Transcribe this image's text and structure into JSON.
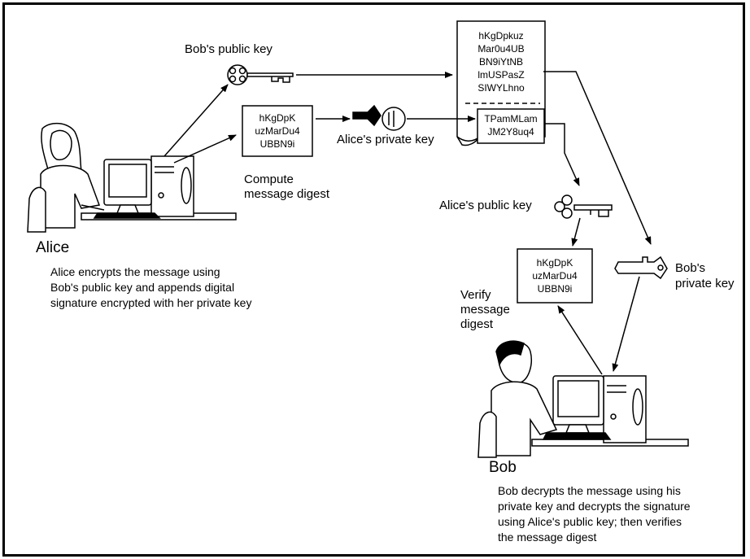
{
  "alice": {
    "name": "Alice",
    "description": [
      "Alice encrypts the message using",
      "Bob's public key and appends digital",
      "signature encrypted with her private key"
    ]
  },
  "bob": {
    "name": "Bob",
    "description": [
      "Bob decrypts the message using his",
      "private key and decrypts the signature",
      "using Alice's public key; then verifies",
      "the message digest"
    ]
  },
  "keys": {
    "bob_public": "Bob's public key",
    "alice_private": "Alice's private key",
    "alice_public": "Alice's public key",
    "bob_private": [
      "Bob's",
      "private key"
    ]
  },
  "digest_box_alice": [
    "hKgDpK",
    "uzMarDu4",
    "UBBN9i"
  ],
  "digest_box_bob": [
    "hKgDpK",
    "uzMarDu4",
    "UBBN9i"
  ],
  "compute_label": [
    "Compute",
    "message digest"
  ],
  "verify_label": [
    "Verify",
    "message",
    "digest"
  ],
  "document": {
    "encrypted_lines": [
      "hKgDpkuz",
      "Mar0u4UB",
      "BN9iYtNB",
      "lmUSPasZ",
      "SIWYLhno"
    ],
    "signature_lines": [
      "TPamMLam",
      "JM2Y8uq4"
    ]
  }
}
